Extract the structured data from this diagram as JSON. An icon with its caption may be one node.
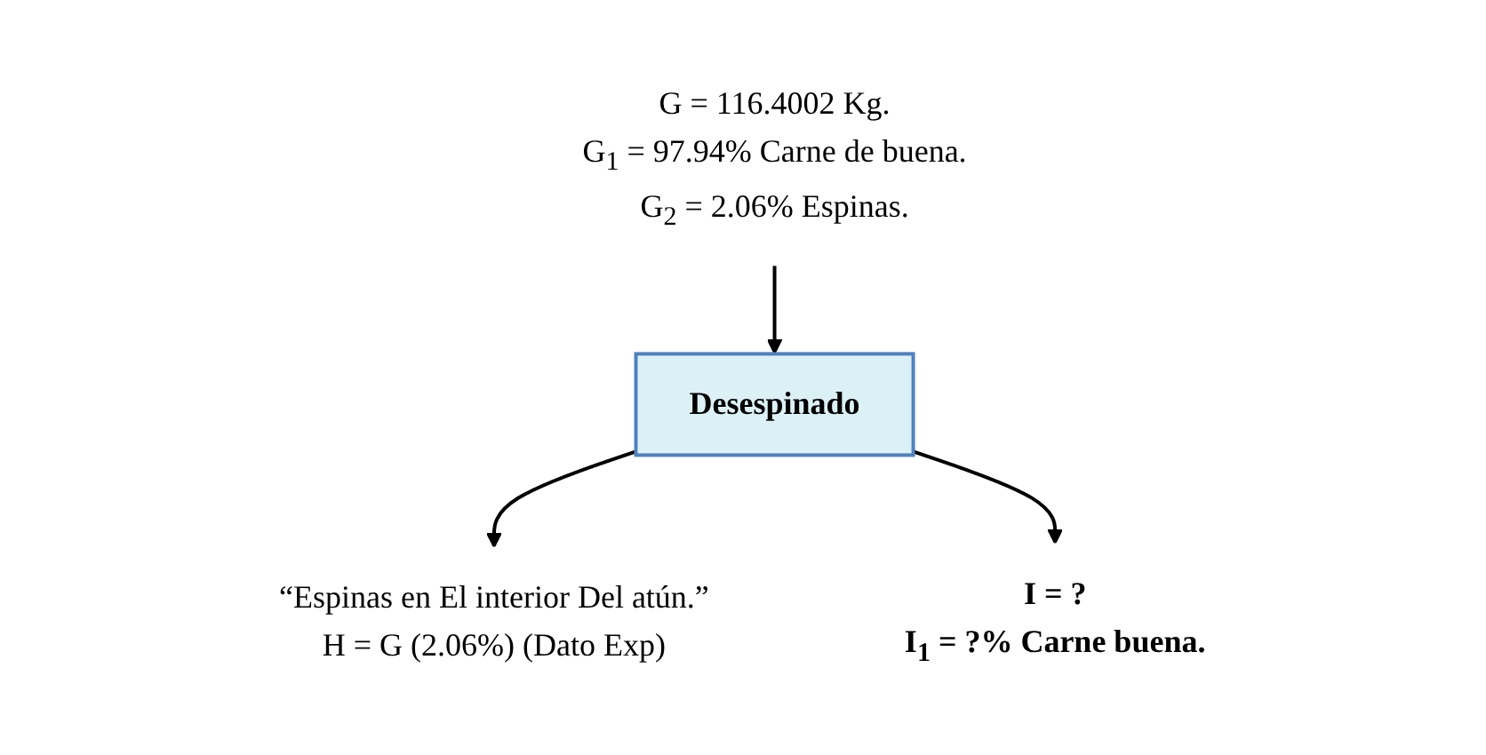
{
  "diagram": {
    "nodes": [
      {
        "text": [
          "G = 116.4002 Kg.",
          "G$_{1}$ = 97.94% Carne de buena.",
          "G$_{2}$ = 2.06% Espinas."
        ]
      },
      {
        "text": [
          "Desespinado"
        ]
      },
      {
        "text": [
          "“Espinas en El interior Del atún.”",
          "H = G (2.06%) (Dato Exp)"
        ]
      },
      {
        "text": [
          "I = ?",
          "I$_{1}$ = ?% Carne buena."
        ]
      }
    ],
    "edges": [
      {
        "from": 0,
        "to": 1,
        "arrow": "to"
      },
      {
        "from": 1,
        "to": 2,
        "arrow": "to"
      },
      {
        "from": 1,
        "to": 3,
        "arrow": "to"
      }
    ]
  }
}
